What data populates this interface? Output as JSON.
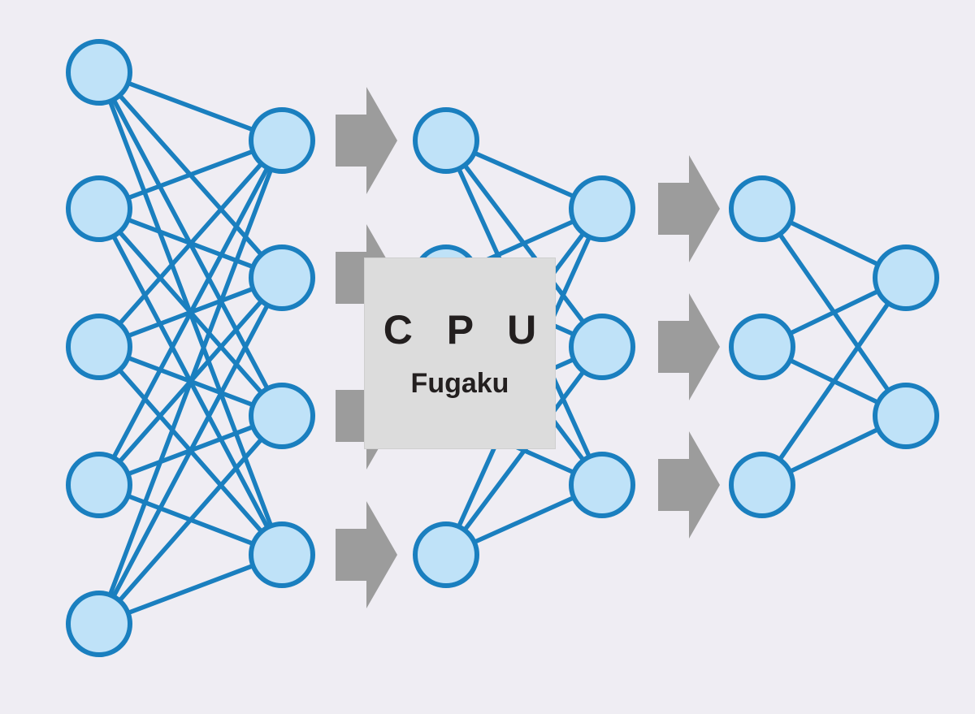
{
  "diagram": {
    "type": "neural-network-layers",
    "networks": [
      {
        "layers": [
          5,
          4
        ]
      },
      {
        "layers": [
          4,
          3
        ]
      },
      {
        "layers": [
          3,
          2
        ]
      }
    ],
    "arrow_groups": [
      4,
      3
    ],
    "colors": {
      "background": "#efedf3",
      "node_fill": "#bfe2f8",
      "node_stroke": "#1a7fbf",
      "edge": "#1a7fbf",
      "arrow": "#9c9c9c",
      "box_fill": "#dcdcdc",
      "text": "#231f1f"
    }
  },
  "cpu_box": {
    "label": "C P U",
    "sublabel": "Fugaku"
  }
}
